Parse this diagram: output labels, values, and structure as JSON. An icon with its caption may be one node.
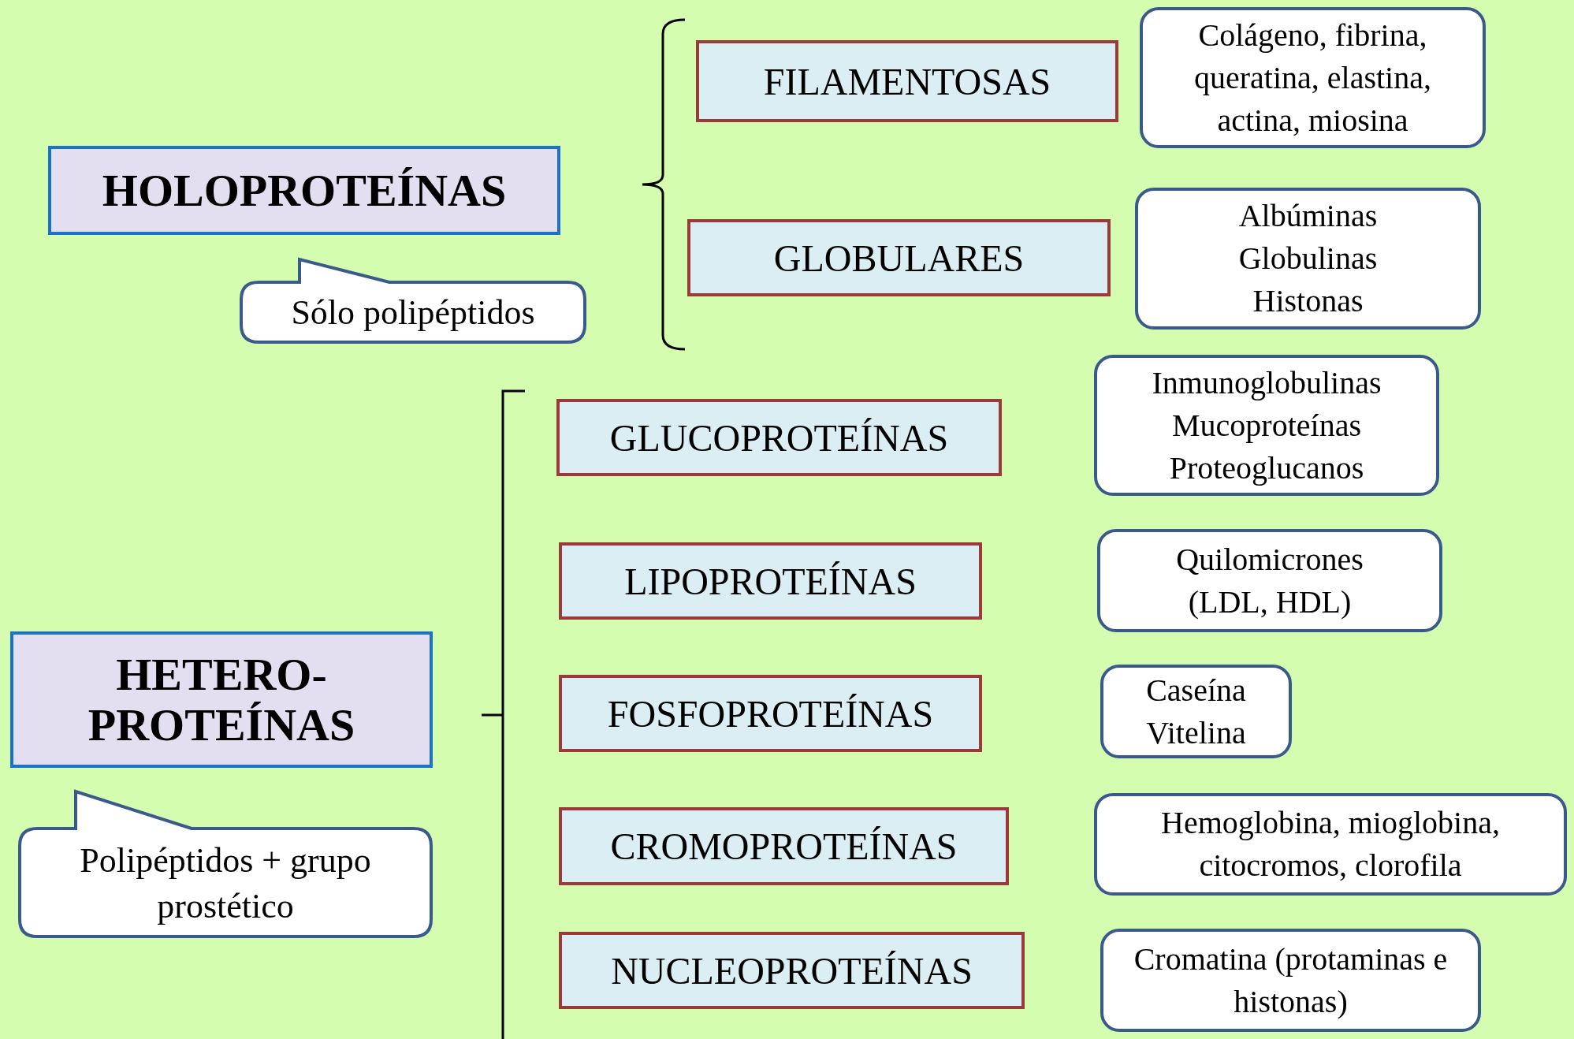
{
  "diagram": {
    "nodes": [
      {
        "text": [
          "HOLOPROTEÍNAS"
        ]
      },
      {
        "text": [
          "Sólo polipéptidos"
        ]
      },
      {
        "text": [
          "FILAMENTOSAS"
        ]
      },
      {
        "text": [
          "Colágeno, fibrina, queratina, elastina, actina, miosina"
        ]
      },
      {
        "text": [
          "GLOBULARES"
        ]
      },
      {
        "text": [
          "Albúminas",
          "Globulinas",
          "Histonas"
        ]
      },
      {
        "text": [
          "HETERO- PROTEÍNAS"
        ]
      },
      {
        "text": [
          "Polipéptidos + grupo prostético"
        ]
      },
      {
        "text": [
          "GLUCOPROTEÍNAS"
        ]
      },
      {
        "text": [
          "Inmunoglobulinas",
          "Mucoproteínas",
          "Proteoglucanos"
        ]
      },
      {
        "text": [
          "LIPOPROTEÍNAS"
        ]
      },
      {
        "text": [
          "Quilomicrones",
          "(LDL, HDL)"
        ]
      },
      {
        "text": [
          "FOSFOPROTEÍNAS"
        ]
      },
      {
        "text": [
          "Caseína",
          "Vitelina"
        ]
      },
      {
        "text": [
          "CROMOPROTEÍNAS"
        ]
      },
      {
        "text": [
          "Hemoglobina, mioglobina, citocromos, clorofila"
        ]
      },
      {
        "text": [
          "NUCLEOPROTEÍNAS"
        ]
      },
      {
        "text": [
          "Cromatina (protaminas e histonas)"
        ]
      }
    ]
  }
}
